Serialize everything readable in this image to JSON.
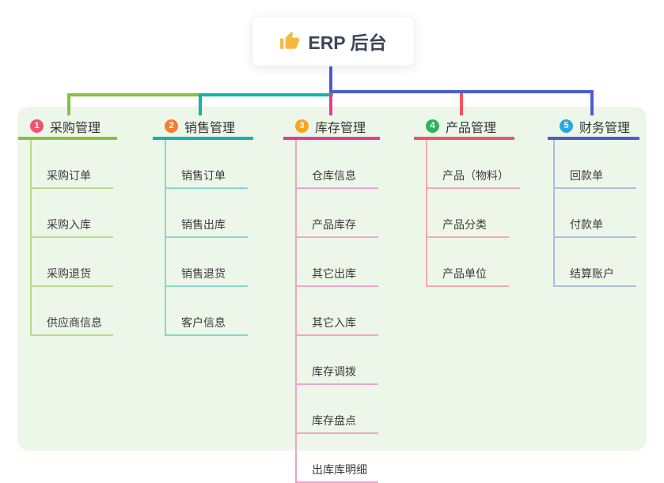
{
  "root": {
    "title": "ERP 后台",
    "icon": "thumbs-up-icon",
    "icon_color": "#f5b940"
  },
  "canvas": {
    "panel_bg": "#edf7e9"
  },
  "branches": [
    {
      "index": "1",
      "title": "采购管理",
      "badge_color": "#f3536e",
      "line_color": "#85c23d",
      "child_line_color": "#b6db8e",
      "children": [
        "采购订单",
        "采购入库",
        "采购退货",
        "供应商信息"
      ]
    },
    {
      "index": "2",
      "title": "销售管理",
      "badge_color": "#f87b2f",
      "line_color": "#14b3a7",
      "child_line_color": "#86d6cc",
      "children": [
        "销售订单",
        "销售出库",
        "销售退货",
        "客户信息"
      ]
    },
    {
      "index": "3",
      "title": "库存管理",
      "badge_color": "#f8a41f",
      "line_color": "#e23d92",
      "child_line_color": "#f2a3ca",
      "children": [
        "仓库信息",
        "产品库存",
        "其它出库",
        "其它入库",
        "库存调拨",
        "库存盘点",
        "出库库明细"
      ]
    },
    {
      "index": "4",
      "title": "产品管理",
      "badge_color": "#2cb45c",
      "line_color": "#f4545d",
      "child_line_color": "#f8a8ac",
      "children": [
        "产品（物料）",
        "产品分类",
        "产品单位"
      ]
    },
    {
      "index": "5",
      "title": "财务管理",
      "badge_color": "#2ba6df",
      "line_color": "#4a5ed0",
      "child_line_color": "#a9bce8",
      "children": [
        "回款单",
        "付款单",
        "结算账户"
      ]
    }
  ]
}
